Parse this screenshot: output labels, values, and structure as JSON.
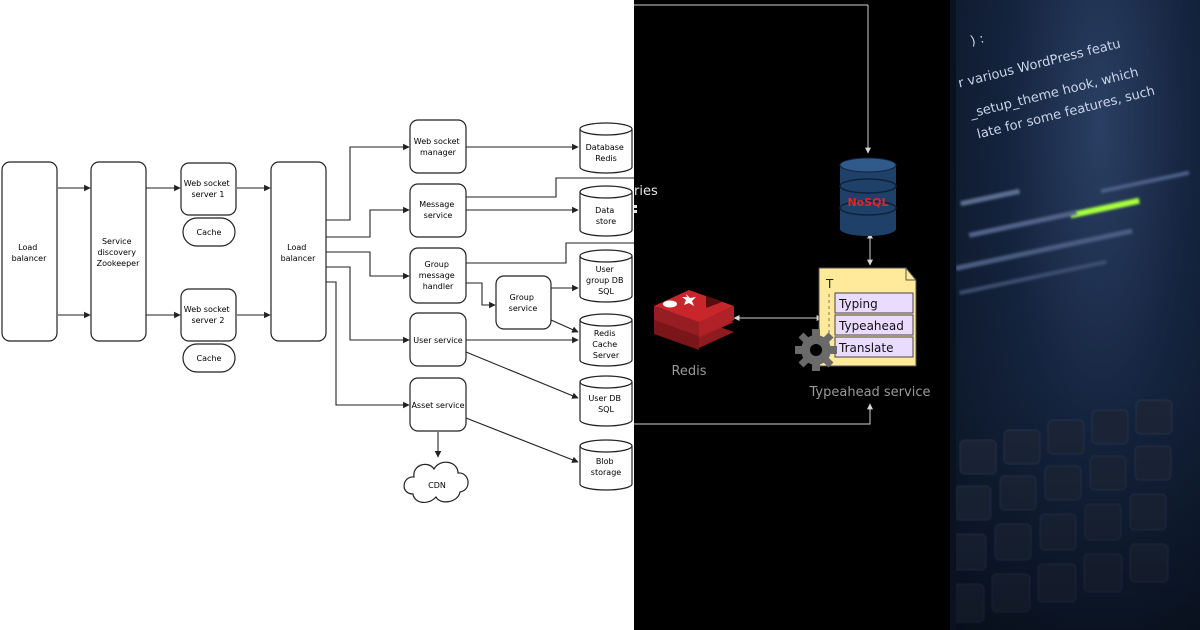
{
  "left_diagram": {
    "load_balancer_left": [
      "Load",
      "balancer"
    ],
    "service_discovery": [
      "Service",
      "discovery",
      "Zookeeper"
    ],
    "ws_server_1": [
      "Web socket",
      "server 1"
    ],
    "ws_server_2": [
      "Web socket",
      "server 2"
    ],
    "cache_label": "Cache",
    "load_balancer_right": [
      "Load",
      "balancer"
    ],
    "ws_manager": [
      "Web socket",
      "manager"
    ],
    "message_service": [
      "Message",
      "service"
    ],
    "group_message_handler": [
      "Group",
      "message",
      "handler"
    ],
    "group_service": [
      "Group",
      "service"
    ],
    "user_service": "User service",
    "asset_service": "Asset service",
    "cdn": "CDN",
    "db_redis": [
      "Database",
      "Redis"
    ],
    "data_store": [
      "Data",
      "store"
    ],
    "user_group_db": [
      "User",
      "group DB",
      "SQL"
    ],
    "redis_cache": [
      "Redis",
      "Cache",
      "Server"
    ],
    "user_db": [
      "User DB",
      "SQL"
    ],
    "blob_storage": [
      "Blob",
      "storage"
    ]
  },
  "middle_diagram": {
    "nosql_label": "NoSQL",
    "redis_label": "Redis",
    "typeahead_service": "Typeahead service",
    "doc_items": [
      "Typing",
      "Typeahead",
      "Translate"
    ],
    "doc_header": "T",
    "partial_text": "ries"
  },
  "photo": {
    "code_lines": [
      ") :",
      "r various WordPress featu",
      "_setup_theme hook, which",
      "late for some features, such"
    ]
  },
  "colors": {
    "nosql_body": "#1f4068",
    "redis_red": "#c8262b",
    "doc_yellow": "#ffe99a",
    "doc_item_fill": "#eadcff",
    "nosql_text": "#e3242b",
    "key_glow": "#a8ff3c"
  }
}
